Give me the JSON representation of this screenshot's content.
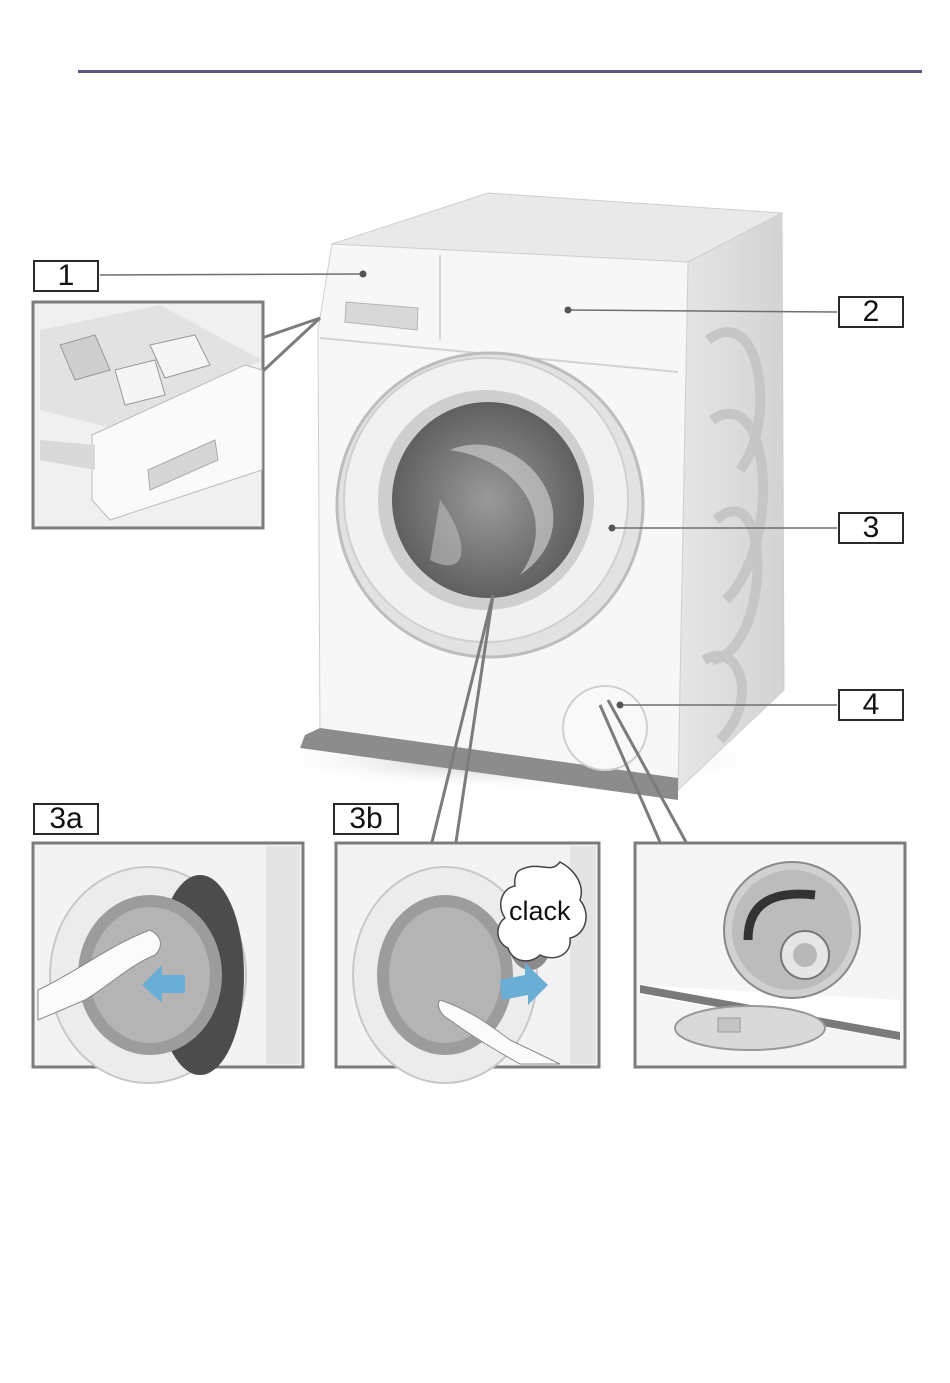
{
  "callouts": {
    "c1": "1",
    "c2": "2",
    "c3": "3",
    "c4": "4",
    "c3a": "3a",
    "c3b": "3b"
  },
  "sound_text": "clack",
  "colors": {
    "header_rule": "#5a5684",
    "panel_border": "#7c7c7c",
    "arrow_blue": "#6aaed6"
  },
  "icons": [
    "detergent-drawer-icon",
    "door-icon",
    "pump-filter-icon",
    "hand-icon",
    "push-arrow-icon"
  ]
}
